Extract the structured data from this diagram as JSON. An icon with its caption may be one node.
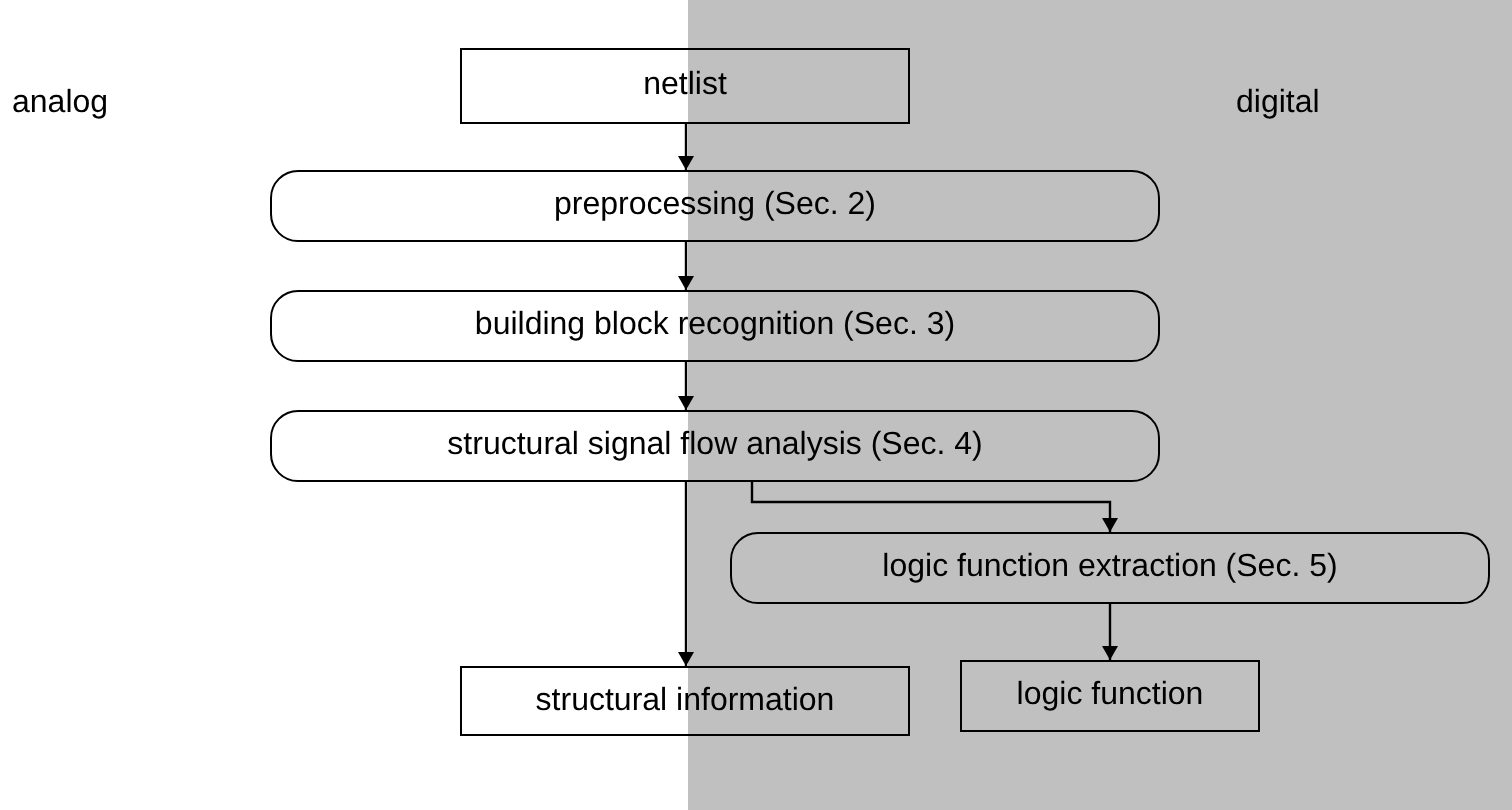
{
  "diagram": {
    "nodes": [
      {
        "text": [
          "netlist"
        ]
      },
      {
        "text": [
          "preprocessing (Sec. 2)"
        ]
      },
      {
        "text": [
          "building block recognition (Sec. 3)"
        ]
      },
      {
        "text": [
          "structural signal flow analysis (Sec. 4)"
        ]
      },
      {
        "text": [
          "logic function extraction (Sec. 5)"
        ]
      },
      {
        "text": [
          "structural information"
        ]
      },
      {
        "text": [
          "logic function"
        ]
      }
    ],
    "edges": [
      {
        "from": 0,
        "to": 1,
        "arrow": "to"
      },
      {
        "from": 1,
        "to": 2,
        "arrow": "to"
      },
      {
        "from": 2,
        "to": 3,
        "arrow": "to"
      },
      {
        "from": 3,
        "to": 5,
        "arrow": "to"
      },
      {
        "from": 3,
        "to": 4,
        "arrow": "to"
      },
      {
        "from": 4,
        "to": 6,
        "arrow": "to"
      }
    ],
    "labels": [
      "analog",
      "digital"
    ]
  }
}
